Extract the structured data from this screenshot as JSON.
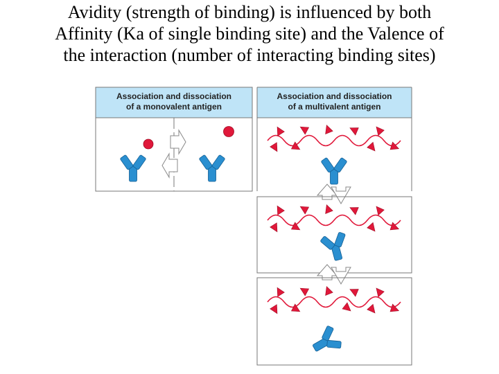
{
  "title": {
    "line1": "Avidity (strength of binding) is influenced by both",
    "line2": "Affinity (Ka of single binding site) and the Valence of",
    "line3": "the interaction (number of interacting binding sites)"
  },
  "monovalent_panel": {
    "header_line1": "Association and dissociation",
    "header_line2": "of a monovalent antigen"
  },
  "multivalent_panel": {
    "header_line1": "Association and dissociation",
    "header_line2": "of a multivalent antigen"
  },
  "colors": {
    "header_bg": "#bfe4f7",
    "antibody": "#2a8fd0",
    "antigen": "#e0183a",
    "border": "#777777"
  }
}
